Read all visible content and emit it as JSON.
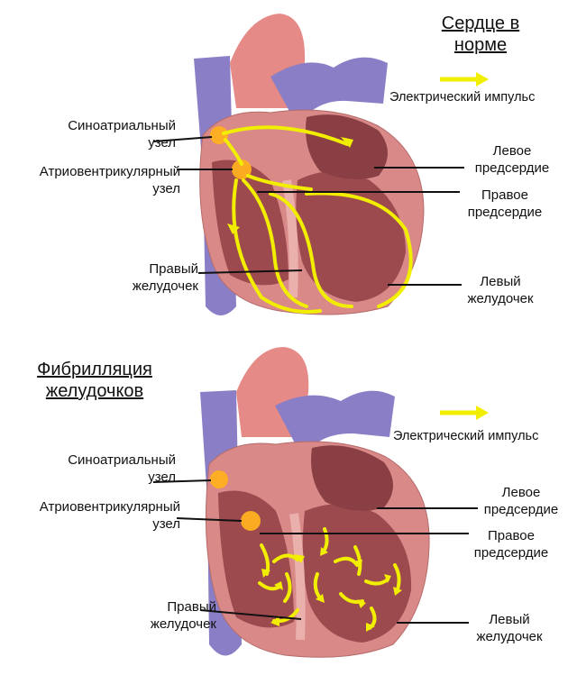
{
  "panels": [
    {
      "title": "Сердце в\nнорме",
      "legend": "Электрический импульс",
      "labels": {
        "sa_node": "Синоатриальный\nузел",
        "av_node": "Атриовентрикулярный\nузел",
        "left_atrium": "Левое\nпредсердие",
        "right_atrium": "Правое\nпредсердие",
        "right_ventricle": "Правый\nжелудочек",
        "left_ventricle": "Левый\nжелудочек"
      }
    },
    {
      "title": "Фибрилляция\nжелудочков",
      "legend": "Электрический импульс",
      "labels": {
        "sa_node": "Синоатриальный\nузел",
        "av_node": "Атриовентрикулярный\nузел",
        "left_atrium": "Левое\nпредсердие",
        "right_atrium": "Правое\nпредсердие",
        "right_ventricle": "Правый\nжелудочек",
        "left_ventricle": "Левый\nжелудочек"
      }
    }
  ],
  "colors": {
    "impulse": "#f2ee00",
    "vessel_blue": "#8a7fc6",
    "aorta_red": "#e58a86",
    "myocardium": "#d98a88",
    "chamber": "#9d4a4e",
    "node_glow": "#ffb020"
  },
  "icons": [
    "impulse-arrow-icon",
    "heart-illustration"
  ]
}
